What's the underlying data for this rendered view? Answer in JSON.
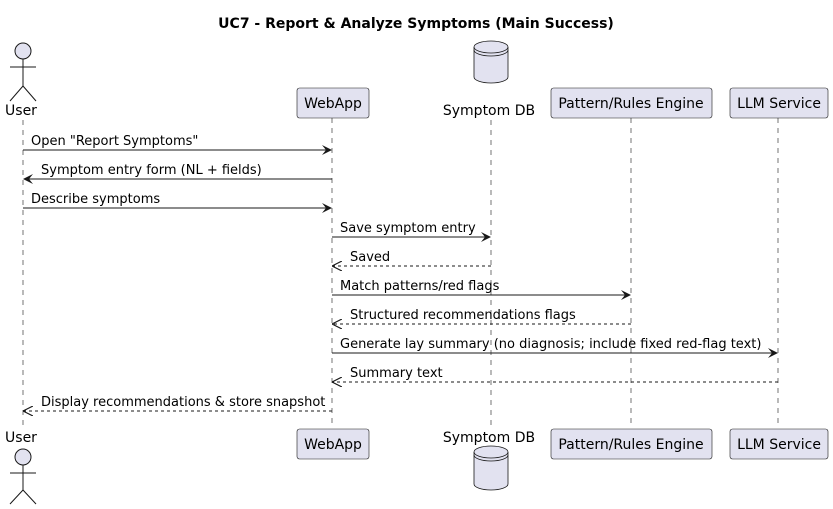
{
  "title": "UC7 - Report & Analyze Symptoms (Main Success)",
  "participants": {
    "user": "User",
    "webapp": "WebApp",
    "db": "Symptom DB",
    "engine": "Pattern/Rules Engine",
    "llm": "LLM Service"
  },
  "messages": [
    {
      "from": "user",
      "to": "webapp",
      "label": "Open \"Report Symptoms\"",
      "style": "solid"
    },
    {
      "from": "webapp",
      "to": "user",
      "label": "Symptom entry form (NL + fields)",
      "style": "solid"
    },
    {
      "from": "user",
      "to": "webapp",
      "label": "Describe symptoms",
      "style": "solid"
    },
    {
      "from": "webapp",
      "to": "db",
      "label": "Save symptom entry",
      "style": "solid"
    },
    {
      "from": "db",
      "to": "webapp",
      "label": "Saved",
      "style": "dashed"
    },
    {
      "from": "webapp",
      "to": "engine",
      "label": "Match patterns/red flags",
      "style": "solid"
    },
    {
      "from": "engine",
      "to": "webapp",
      "label": "Structured recommendations flags",
      "style": "dashed"
    },
    {
      "from": "webapp",
      "to": "llm",
      "label": "Generate lay summary (no diagnosis; include fixed red-flag text)",
      "style": "solid"
    },
    {
      "from": "llm",
      "to": "webapp",
      "label": "Summary text",
      "style": "dashed"
    },
    {
      "from": "webapp",
      "to": "user",
      "label": "Display recommendations & store snapshot",
      "style": "dashed"
    }
  ],
  "colors": {
    "box_fill": "#e2e2f0",
    "box_stroke": "#181818",
    "line": "#181818",
    "lifeline": "#181818"
  }
}
